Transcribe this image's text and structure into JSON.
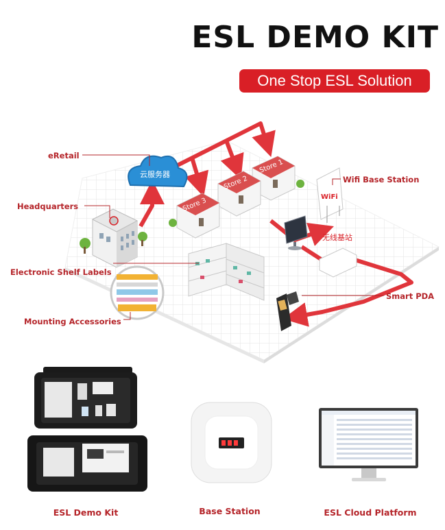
{
  "header": {
    "title": "ESL DEMO KIT",
    "subtitle": "One Stop ESL Solution"
  },
  "diagram": {
    "labels": {
      "eretail": "eRetail",
      "headquarters": "Headquarters",
      "esl": "Electronic Shelf Labels",
      "mounting": "Mounting Accessories",
      "wifi": "Wifi Base Station",
      "pda": "Smart PDA"
    },
    "cloud_text": "云服务器",
    "stores": [
      "Store 1",
      "Store 2",
      "Store 3"
    ],
    "wifi_sign": "WiFi",
    "router_text": "无线基站"
  },
  "products": [
    {
      "caption": "ESL Demo Kit"
    },
    {
      "caption": "Base Station"
    },
    {
      "caption": "ESL Cloud Platform"
    }
  ],
  "colors": {
    "accent": "#d91f26",
    "label": "#b5252a",
    "cloud": "#2a8fd6"
  }
}
